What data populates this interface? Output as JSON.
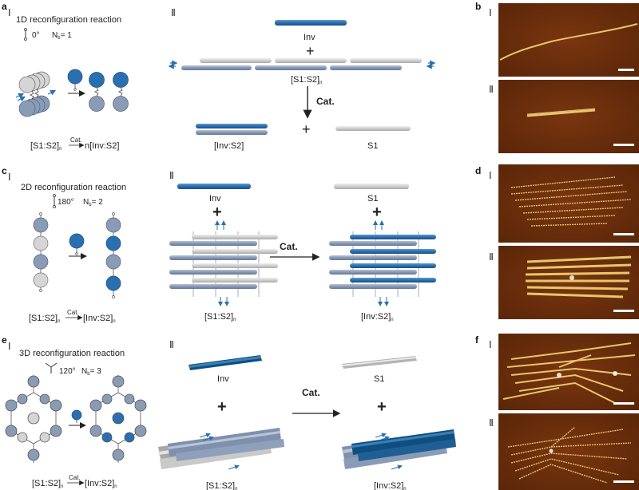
{
  "panels": {
    "a": {
      "letter": "a",
      "roman1": "Ⅰ",
      "title": "1D reconfiguration reaction",
      "angle": "0°",
      "n_main": "N",
      "n_sub": "b",
      "n_val": "= 1",
      "roman2": "Ⅱ",
      "inv": "Inv",
      "plus": "+",
      "s1s2_main": "[S1:S2]",
      "s1s2_sub": "n",
      "cat": "Cat.",
      "invs2": "[Inv:S2]",
      "s1": "S1",
      "eq_left": "[S1:S2]",
      "eq_left_sub": "n",
      "eq_cat": "Cat.",
      "eq_right": "n[Inv:S2]"
    },
    "b": {
      "letter": "b",
      "roman1": "Ⅰ",
      "roman2": "Ⅱ"
    },
    "c": {
      "letter": "c",
      "roman1": "Ⅰ",
      "title": "2D reconfiguration reaction",
      "angle": "180°",
      "n_main": "N",
      "n_sub": "b",
      "n_val": "= 2",
      "roman2": "Ⅱ",
      "inv": "Inv",
      "s1": "S1",
      "plus": "+",
      "cat": "Cat.",
      "s1s2_main": "[S1:S2]",
      "s1s2_sub": "n",
      "invs2_main": "[Inv:S2]",
      "invs2_sub": "n",
      "eq_left": "[S1:S2]",
      "eq_left_sub": "n",
      "eq_cat": "Cat.",
      "eq_right": "[Inv:S2]",
      "eq_right_sub": "n"
    },
    "d": {
      "letter": "d",
      "roman1": "Ⅰ",
      "roman2": "Ⅱ"
    },
    "e": {
      "letter": "e",
      "roman1": "Ⅰ",
      "title": "3D reconfiguration reaction",
      "angle": "120°",
      "n_main": "N",
      "n_sub": "b",
      "n_val": "= 3",
      "roman2": "Ⅱ",
      "inv": "Inv",
      "s1": "S1",
      "plus": "+",
      "cat": "Cat.",
      "s1s2_main": "[S1:S2]",
      "s1s2_sub": "n",
      "invs2_main": "[Inv:S2]",
      "invs2_sub": "n",
      "eq_left": "[S1:S2]",
      "eq_left_sub": "n",
      "eq_cat": "Cat.",
      "eq_right": "[Inv:S2]",
      "eq_right_sub": "n"
    },
    "f": {
      "letter": "f",
      "roman1": "Ⅰ",
      "roman2": "Ⅱ"
    }
  },
  "colors": {
    "blue": "#2a6fb0",
    "dark_blue": "#0f4f80",
    "light_grey": "#d5d5d5",
    "mid_grey": "#b3b3b3",
    "slate": "#8a9bb5",
    "afm_bg": "#6b2e0c",
    "afm_fiber": "#e8c66a"
  }
}
